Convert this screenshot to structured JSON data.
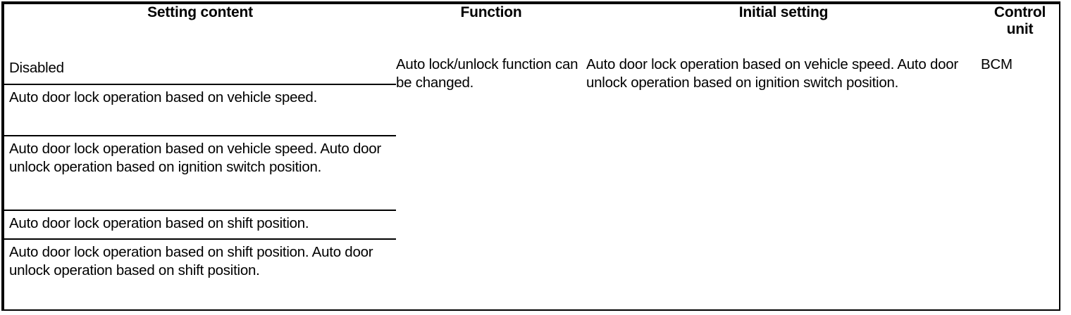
{
  "table": {
    "columns": [
      {
        "key": "setting_content",
        "label": "Setting content"
      },
      {
        "key": "function",
        "label": "Function"
      },
      {
        "key": "initial_setting",
        "label": "Initial setting"
      },
      {
        "key": "control_unit",
        "label": "Control\nunit"
      }
    ],
    "headers": {
      "setting_content": "Setting content",
      "function": "Function",
      "initial_setting": "Initial setting",
      "control_unit_line1": "Control",
      "control_unit_line2": "unit"
    },
    "setting_content_rows": [
      "Disabled",
      "Auto door lock operation based on vehicle speed.",
      "Auto door lock operation based on vehicle speed. Auto door unlock operation based on ignition switch position.",
      "Auto door lock operation based on shift position.",
      "Auto door lock operation based on shift position. Auto door unlock operation based on shift position."
    ],
    "function": "Auto lock/unlock function can be changed.",
    "initial_setting": "Auto door lock operation based on vehicle speed. Auto door unlock operation based on ignition switch position.",
    "control_unit": "BCM"
  },
  "colors": {
    "border": "#000000",
    "text": "#000000",
    "background": "#ffffff"
  }
}
